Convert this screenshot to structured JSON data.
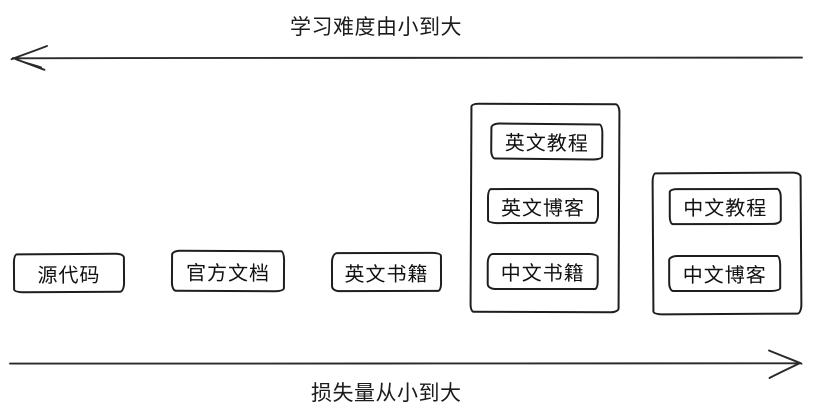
{
  "diagram": {
    "top_axis_label": "学习难度由小到大",
    "bottom_axis_label": "损失量从小到大"
  },
  "boxes": {
    "source_code": "源代码",
    "official_docs": "官方文档",
    "english_books": "英文书籍"
  },
  "group1": {
    "english_tutorials": "英文教程",
    "english_blogs": "英文博客",
    "chinese_books": "中文书籍"
  },
  "group2": {
    "chinese_tutorials": "中文教程",
    "chinese_blogs": "中文博客"
  },
  "colors": {
    "stroke": "#1e1e1e",
    "text": "#111111",
    "background": "#ffffff"
  }
}
